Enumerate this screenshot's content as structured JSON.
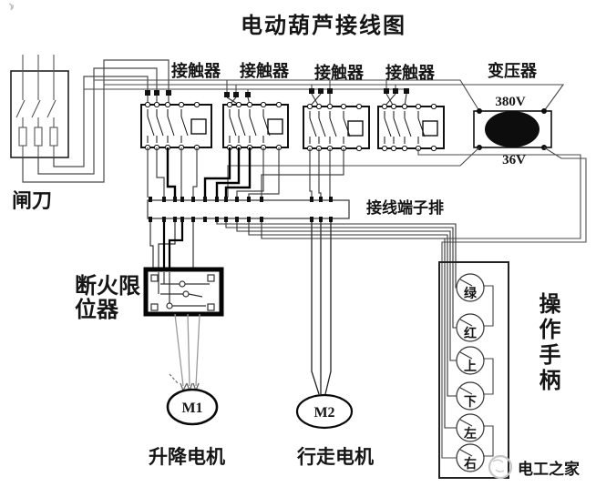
{
  "title": "电动葫芦接线图",
  "components": {
    "knife_switch": {
      "label": "闸刀"
    },
    "contactors": [
      {
        "label": "接触器"
      },
      {
        "label": "接触器"
      },
      {
        "label": "接触器"
      },
      {
        "label": "接触器"
      }
    ],
    "transformer": {
      "label": "变压器",
      "primary_voltage": "380V",
      "secondary_voltage": "36V"
    },
    "terminal_block": {
      "label": "接线端子排"
    },
    "fire_limiter": {
      "label_line1": "断火限",
      "label_line2": "位器"
    },
    "motor_hoist": {
      "id": "M1",
      "caption": "升降电机"
    },
    "motor_travel": {
      "id": "M2",
      "caption": "行走电机"
    },
    "handle": {
      "label": "操作手柄",
      "buttons": [
        "绿",
        "红",
        "上",
        "下",
        "左",
        "右"
      ]
    }
  },
  "watermark": {
    "text": "电工之家"
  },
  "colors": {
    "line": "#1c1c1c",
    "light_wire": "#4a4a4a",
    "gray_wire": "#9a9a9a",
    "background": "#ffffff",
    "watermark": "#bdbdbd"
  }
}
